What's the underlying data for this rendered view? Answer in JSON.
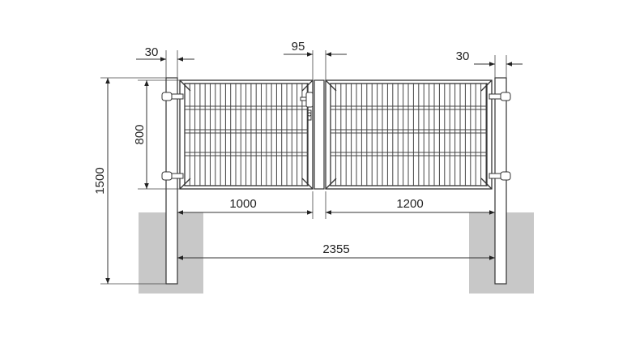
{
  "dimensions": {
    "post_width_left": "30",
    "gap_center": "95",
    "post_width_right": "30",
    "leaf_height": "800",
    "total_height": "1500",
    "left_leaf_width": "1000",
    "right_leaf_width": "1200",
    "clear_width": "2355"
  },
  "colors": {
    "line": "#333333",
    "foundation": "#c8c8c8",
    "background": "#ffffff"
  }
}
